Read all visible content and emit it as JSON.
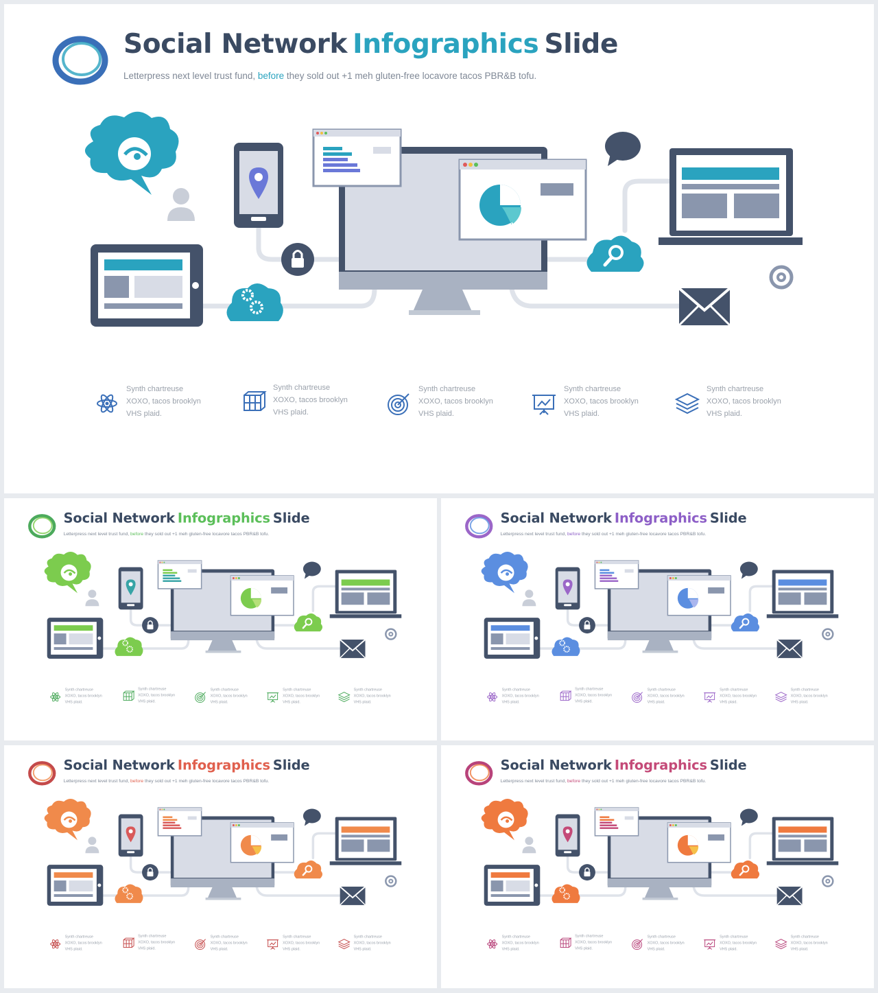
{
  "slide": {
    "title_part1": "Social Network",
    "title_accent": "Infographics",
    "title_part3": "Slide",
    "subtitle_before": "Letterpress next level trust fund,",
    "subtitle_link": "before",
    "subtitle_after": "they sold out +1 meh gluten-free locavore tacos PBR&B tofu.",
    "features": [
      {
        "icon": "atom-icon",
        "line1": "Synth chartreuse",
        "line2": "XOXO, tacos brooklyn",
        "line3": "VHS plaid."
      },
      {
        "icon": "grid-cube-icon",
        "line1": "Synth chartreuse",
        "line2": "XOXO, tacos brooklyn",
        "line3": "VHS plaid."
      },
      {
        "icon": "target-icon",
        "line1": "Synth chartreuse",
        "line2": "XOXO, tacos brooklyn",
        "line3": "VHS plaid."
      },
      {
        "icon": "presentation-board-icon",
        "line1": "Synth chartreuse",
        "line2": "XOXO, tacos brooklyn",
        "line3": "VHS plaid."
      },
      {
        "icon": "layers-icon",
        "line1": "Synth chartreuse",
        "line2": "XOXO, tacos brooklyn",
        "line3": "VHS plaid."
      }
    ]
  },
  "variants": [
    {
      "name": "blue",
      "accent": "#2aa3bf",
      "accent2": "#3a6fb8",
      "title_accent_color": "#2aa3bf",
      "link_color": "#2aa3bf",
      "pie2": "#5cc8cf",
      "mid": "#6a78d8"
    },
    {
      "name": "green",
      "accent": "#7ccc4e",
      "accent2": "#4caa5c",
      "title_accent_color": "#5cbf5a",
      "link_color": "#5cbf5a",
      "pie2": "#b6e07a",
      "mid": "#37a4a6"
    },
    {
      "name": "purple",
      "accent": "#5b8ee0",
      "accent2": "#9b66c8",
      "title_accent_color": "#8d5fc7",
      "link_color": "#8d5fc7",
      "pie2": "#aab6ee",
      "mid": "#9b66c8"
    },
    {
      "name": "orange",
      "accent": "#f08a4b",
      "accent2": "#c44a4a",
      "title_accent_color": "#e0604e",
      "link_color": "#e0604e",
      "pie2": "#f6c04a",
      "mid": "#d95a5a"
    },
    {
      "name": "magenta",
      "accent": "#ef7a3f",
      "accent2": "#b8437a",
      "title_accent_color": "#c44a78",
      "link_color": "#c44a78",
      "pie2": "#f6c04a",
      "mid": "#c44a78"
    }
  ],
  "colors": {
    "dark": "#44526a",
    "screen": "#d8dce6",
    "panel_gray": "#8a96ad",
    "stand": "#a9b2c2",
    "line": "#dfe3ea",
    "feature_text": "#9aa1ab",
    "title_text": "#3a4a62"
  }
}
